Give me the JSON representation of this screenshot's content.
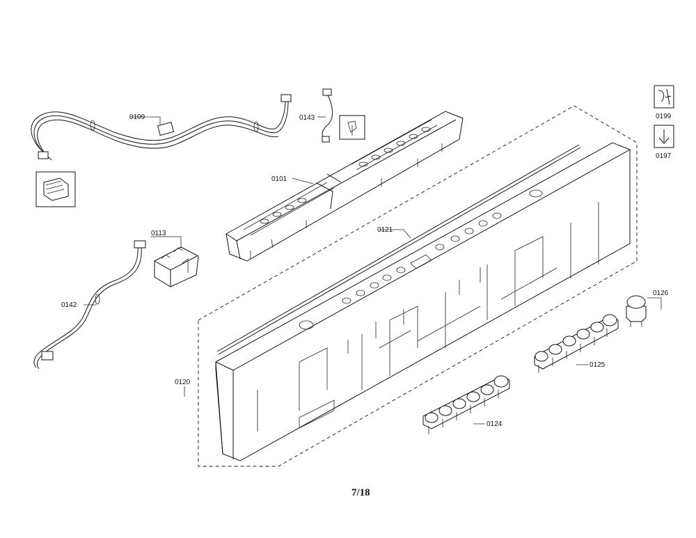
{
  "page_number": "7/18",
  "callouts": {
    "c0101": "0101",
    "c0109": "0109",
    "c0113": "0113",
    "c0120": "0120",
    "c0121": "0121",
    "c0124": "0124",
    "c0125": "0125",
    "c0126": "0126",
    "c0142": "0142",
    "c0143": "0143",
    "c0197": "0197",
    "c0199": "0199"
  },
  "icons": {
    "service_tool": "wrench-screwdriver-icon",
    "install_note": "install-arrow-icon"
  }
}
